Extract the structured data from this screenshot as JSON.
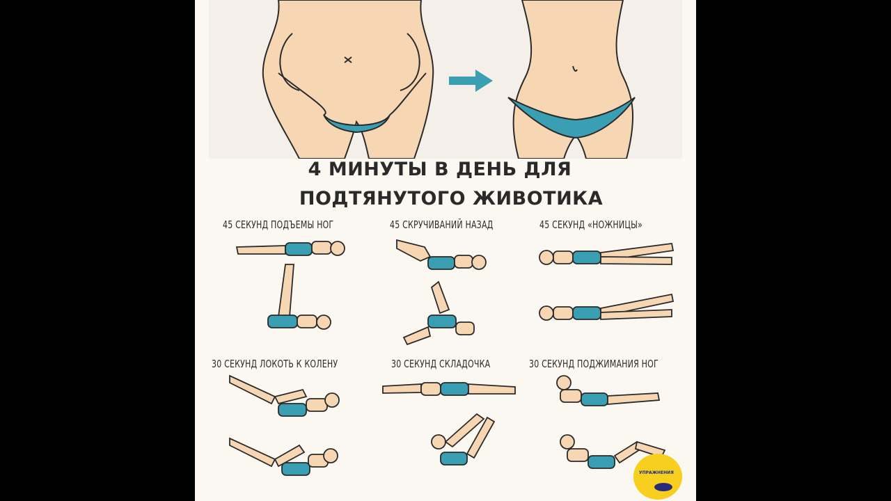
{
  "title": {
    "line1": "4 МИНУТЫ В ДЕНЬ ДЛЯ",
    "line2": "ПОДТЯНУТОГО ЖИВОТИКА"
  },
  "exercises": [
    {
      "label": "45 СЕКУНД ПОДЪЕМЫ НОГ"
    },
    {
      "label": "45 СКРУЧИВАНИЙ НАЗАД"
    },
    {
      "label": "45 СЕКУНД «НОЖНИЦЫ»"
    },
    {
      "label": "30 СЕКУНД ЛОКОТЬ К КОЛЕНУ"
    },
    {
      "label": "30 СЕКУНД СКЛАДОЧКА"
    },
    {
      "label": "30 СЕКУНД ПОДЖИМАНИЯ НОГ"
    }
  ],
  "logo": {
    "text": "УПРАЖНЕНИЯ"
  },
  "colors": {
    "skin": "#f7d6b4",
    "swimsuit": "#3a9fb3",
    "outline": "#2a2a2a",
    "arrow": "#3a9fb3",
    "logo_bg": "#f7cf1f"
  }
}
